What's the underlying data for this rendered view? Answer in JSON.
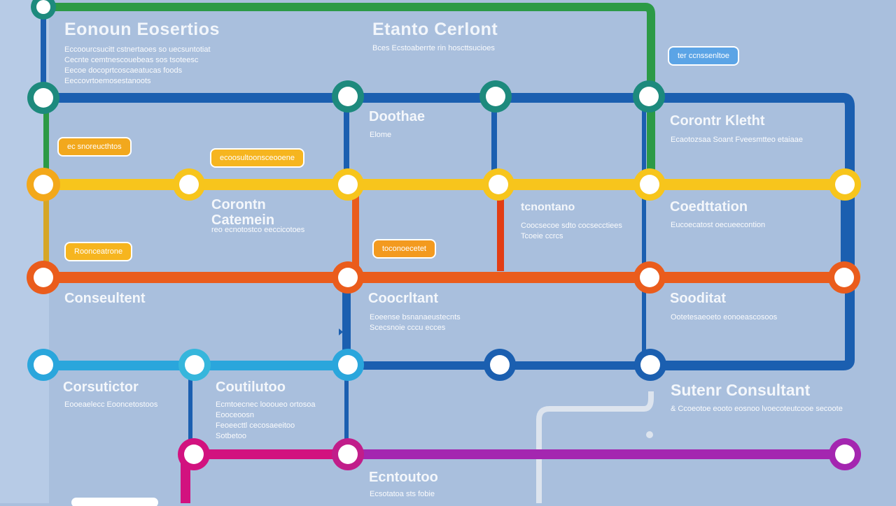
{
  "colors": {
    "background": "#a9bfdd",
    "green": "#2c9a46",
    "navy": "#1b5fb0",
    "teal": "#1d8a7d",
    "yellow": "#f7c51c",
    "orange": "#ea5c1c",
    "cyan": "#2aa6dc",
    "magenta": "#d2127f",
    "purple": "#a426b0",
    "white": "#ffffff"
  },
  "headings": {
    "top_left_title": "Eonoun Eosertios",
    "top_center_title": "Etanto Cerlont",
    "doothae": "Doothae",
    "corontr_kletht": "Corontr Kletht",
    "corontn_catemein": "Corontn Catemein",
    "tcnontano": "tcnontano",
    "coedttation": "Coedttation",
    "conseultent_left": "Conseultent",
    "coocrltant": "Coocrltant",
    "sooditat": "Sooditat",
    "corsutictor": "Corsutictor",
    "coutilutoo": "Coutilutoo",
    "sutenr_consultant": "Sutenr Consultant",
    "ecntoutoo": "Ecntoutoo"
  },
  "captions": {
    "top_left": [
      "Eccoourcsucitt cstnertaoes so uecsuntotiat",
      "Cecnte cemtnescouebeas sos tsoteesc",
      "Eecoe docoprtcoscaeatucas foods",
      "Eeccovrtoemosestanoots"
    ],
    "top_center": [
      "Bces Ecstoaberrte rin hoscttsucioes"
    ],
    "doothae": [
      "Elome"
    ],
    "corontr_kletht": [
      "Ecaotozsaa Soant Fveesmtteo etaiaae"
    ],
    "corontn_catemein": [
      "reo ecnotostco eeccicotoes"
    ],
    "tcnontano": [
      "Coocsecoe sdto cocsecctiees",
      "Tcoeie ccrcs"
    ],
    "coedttation": [
      "Eucoecatost oecueecontion"
    ],
    "coocrltant": [
      "Eoeense bsnanaeustecnts",
      "Scecsnoie cccu ecces"
    ],
    "sooditat": [
      "Ootetesaeoeto eonoeascosoos"
    ],
    "corsutictor": [
      "Eooeaelecc Eooncetostoos"
    ],
    "coutilutoo": [
      "Ecmtoecnec loooueo ortosoa",
      "Eooceoosn",
      "Feoeecttl cecosaeeitoo",
      "Sotbetoo"
    ],
    "sutenr_consultant": [
      "& Ccoeotoe eooto eosnoo lvoecoteutcooe secoote"
    ],
    "ecntoutoo": [
      "Ecsotatoa sts fobie"
    ]
  },
  "tags": {
    "ec_shortcuts": "ec snoreucthtos",
    "ecconsultonsent": "ecoosultoonsceooene",
    "roonceatrone": "Roonceatrone",
    "tocoonetet": "toconoecetet",
    "top_right_link": "ter ccnssenltoe"
  }
}
